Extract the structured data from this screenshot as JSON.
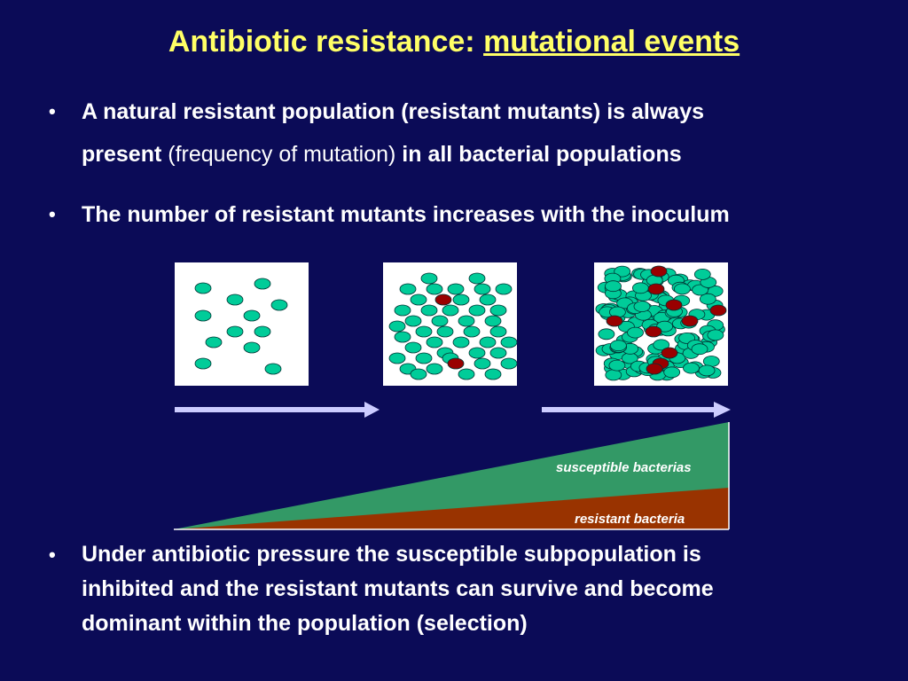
{
  "slide": {
    "title_part1": "Antibiotic resistance: ",
    "title_part2": "mutational events",
    "bullet_symbol": "•",
    "bullet1_line1": "A natural resistant population (resistant mutants) is always",
    "bullet1_line2_bold_start": "present ",
    "bullet1_line2_normal": "(frequency of mutation)",
    "bullet1_line2_bold_end": " in all bacterial populations",
    "bullet2": "The number of resistant mutants increases with the inoculum",
    "bullet3_line1": "Under antibiotic pressure the susceptible subpopulation is",
    "bullet3_line2": "inhibited and the resistant mutants can survive and become",
    "bullet3_line3": "dominant within the population (selection)"
  },
  "diagram": {
    "label_susceptible": "susceptible bacterias",
    "label_resistant": "resistant bacteria",
    "colors": {
      "background": "#0b0b57",
      "title": "#ffff66",
      "susceptible_cell": "#00cc99",
      "resistant_cell": "#990000",
      "susceptible_area": "#339966",
      "resistant_area": "#993300",
      "arrow": "#ccccff"
    }
  }
}
